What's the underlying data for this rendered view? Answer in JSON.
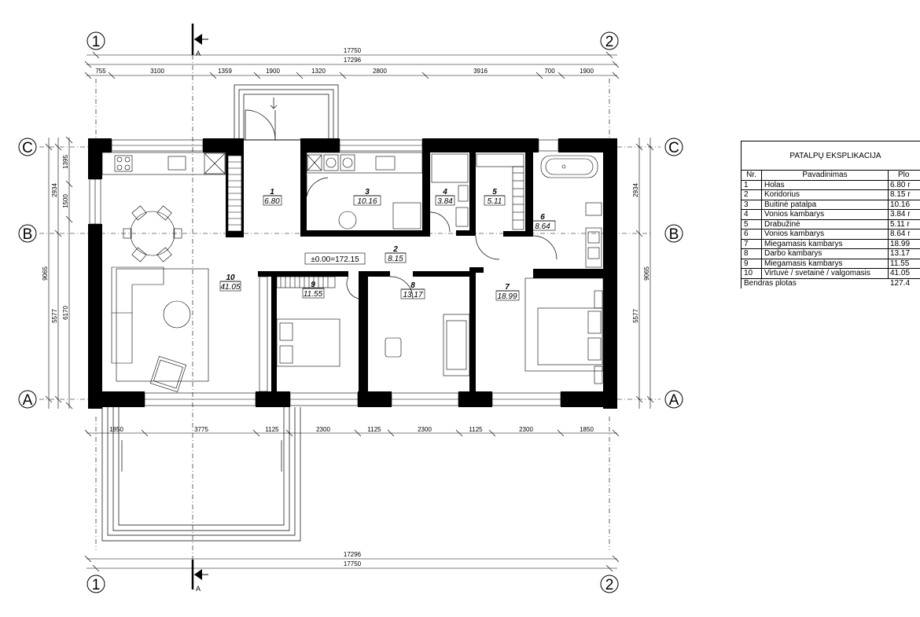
{
  "axes": {
    "numbers": [
      "1",
      "2"
    ],
    "letters": [
      "A",
      "B",
      "C"
    ],
    "section_mark": "A"
  },
  "dimensions": {
    "top_overall_outer": "17750",
    "top_overall_inner": "17296",
    "top_chain": [
      "755",
      "3100",
      "1359",
      "1900",
      "1320",
      "2800",
      "3916",
      "700",
      "1900"
    ],
    "bottom_chain": [
      "1850",
      "3775",
      "1125",
      "2300",
      "1125",
      "2300",
      "1125",
      "2300",
      "1850"
    ],
    "bottom_overall_inner": "17296",
    "bottom_overall_outer": "17750",
    "left_outer": "9065",
    "left_mid": [
      "2934",
      "5577"
    ],
    "left_inner": [
      "1395",
      "1500",
      "6170"
    ],
    "right_outer": "9065",
    "right_inner": [
      "2934",
      "5577"
    ]
  },
  "elevation_mark": "±0.00=172.15",
  "rooms": [
    {
      "num": "1",
      "area": "6.80"
    },
    {
      "num": "2",
      "area": "8.15"
    },
    {
      "num": "3",
      "area": "10.16"
    },
    {
      "num": "4",
      "area": "3.84"
    },
    {
      "num": "5",
      "area": "5.11"
    },
    {
      "num": "6",
      "area": "8.64"
    },
    {
      "num": "7",
      "area": "18.99"
    },
    {
      "num": "8",
      "area": "13.17"
    },
    {
      "num": "9",
      "area": "11.55"
    },
    {
      "num": "10",
      "area": "41.05"
    }
  ],
  "table": {
    "title": "PATALPŲ EKSPLIKACIJA",
    "headers": [
      "Nr.",
      "Pavadinimas",
      "Plo"
    ],
    "rows": [
      {
        "nr": "1",
        "name": "Holas",
        "area": "6.80 r"
      },
      {
        "nr": "2",
        "name": "Koridorius",
        "area": "8.15 r"
      },
      {
        "nr": "3",
        "name": "Buitinė patalpa",
        "area": "10.16"
      },
      {
        "nr": "4",
        "name": "Vonios kambarys",
        "area": "3.84 r"
      },
      {
        "nr": "5",
        "name": "Drabužinė",
        "area": "5.11 r"
      },
      {
        "nr": "6",
        "name": "Vonios kambarys",
        "area": "8.64 r"
      },
      {
        "nr": "7",
        "name": "Miegamasis kambarys",
        "area": "18.99"
      },
      {
        "nr": "8",
        "name": "Darbo kambarys",
        "area": "13.17"
      },
      {
        "nr": "9",
        "name": "Miegamasis kambarys",
        "area": "11.55"
      },
      {
        "nr": "10",
        "name": "Virtuvė / svetainė / valgomasis",
        "area": "41.05"
      }
    ],
    "total_label": "Bendras plotas",
    "total_value": "127.4"
  }
}
